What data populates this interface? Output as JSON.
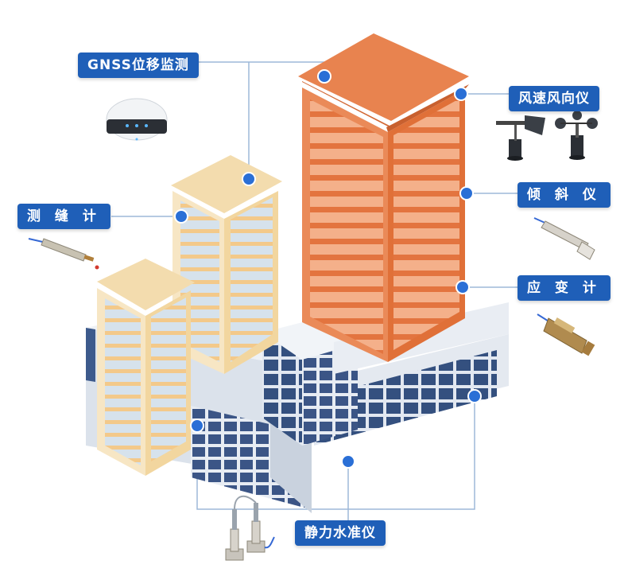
{
  "labels": {
    "gnss": "GNSS位移监测",
    "wind": "风速风向仪",
    "tilt": "倾 斜 仪",
    "crack": "测 缝 计",
    "strain": "应 变 计",
    "level": "静力水准仪"
  },
  "colors": {
    "label_bg": "#1f5fb8",
    "dot": "#2a6fd6",
    "leader_line": "#9db8d8",
    "tower_orange": "#e3743f",
    "tower_cream": "#f3dcae",
    "podium_blue": "#3d5a8c",
    "podium_gray": "#dde3ec"
  },
  "icons": [
    "gnss-receiver-icon",
    "wind-vane-icon",
    "anemometer-icon",
    "inclinometer-icon",
    "crack-meter-icon",
    "strain-gauge-icon",
    "hydrostatic-level-icon"
  ]
}
